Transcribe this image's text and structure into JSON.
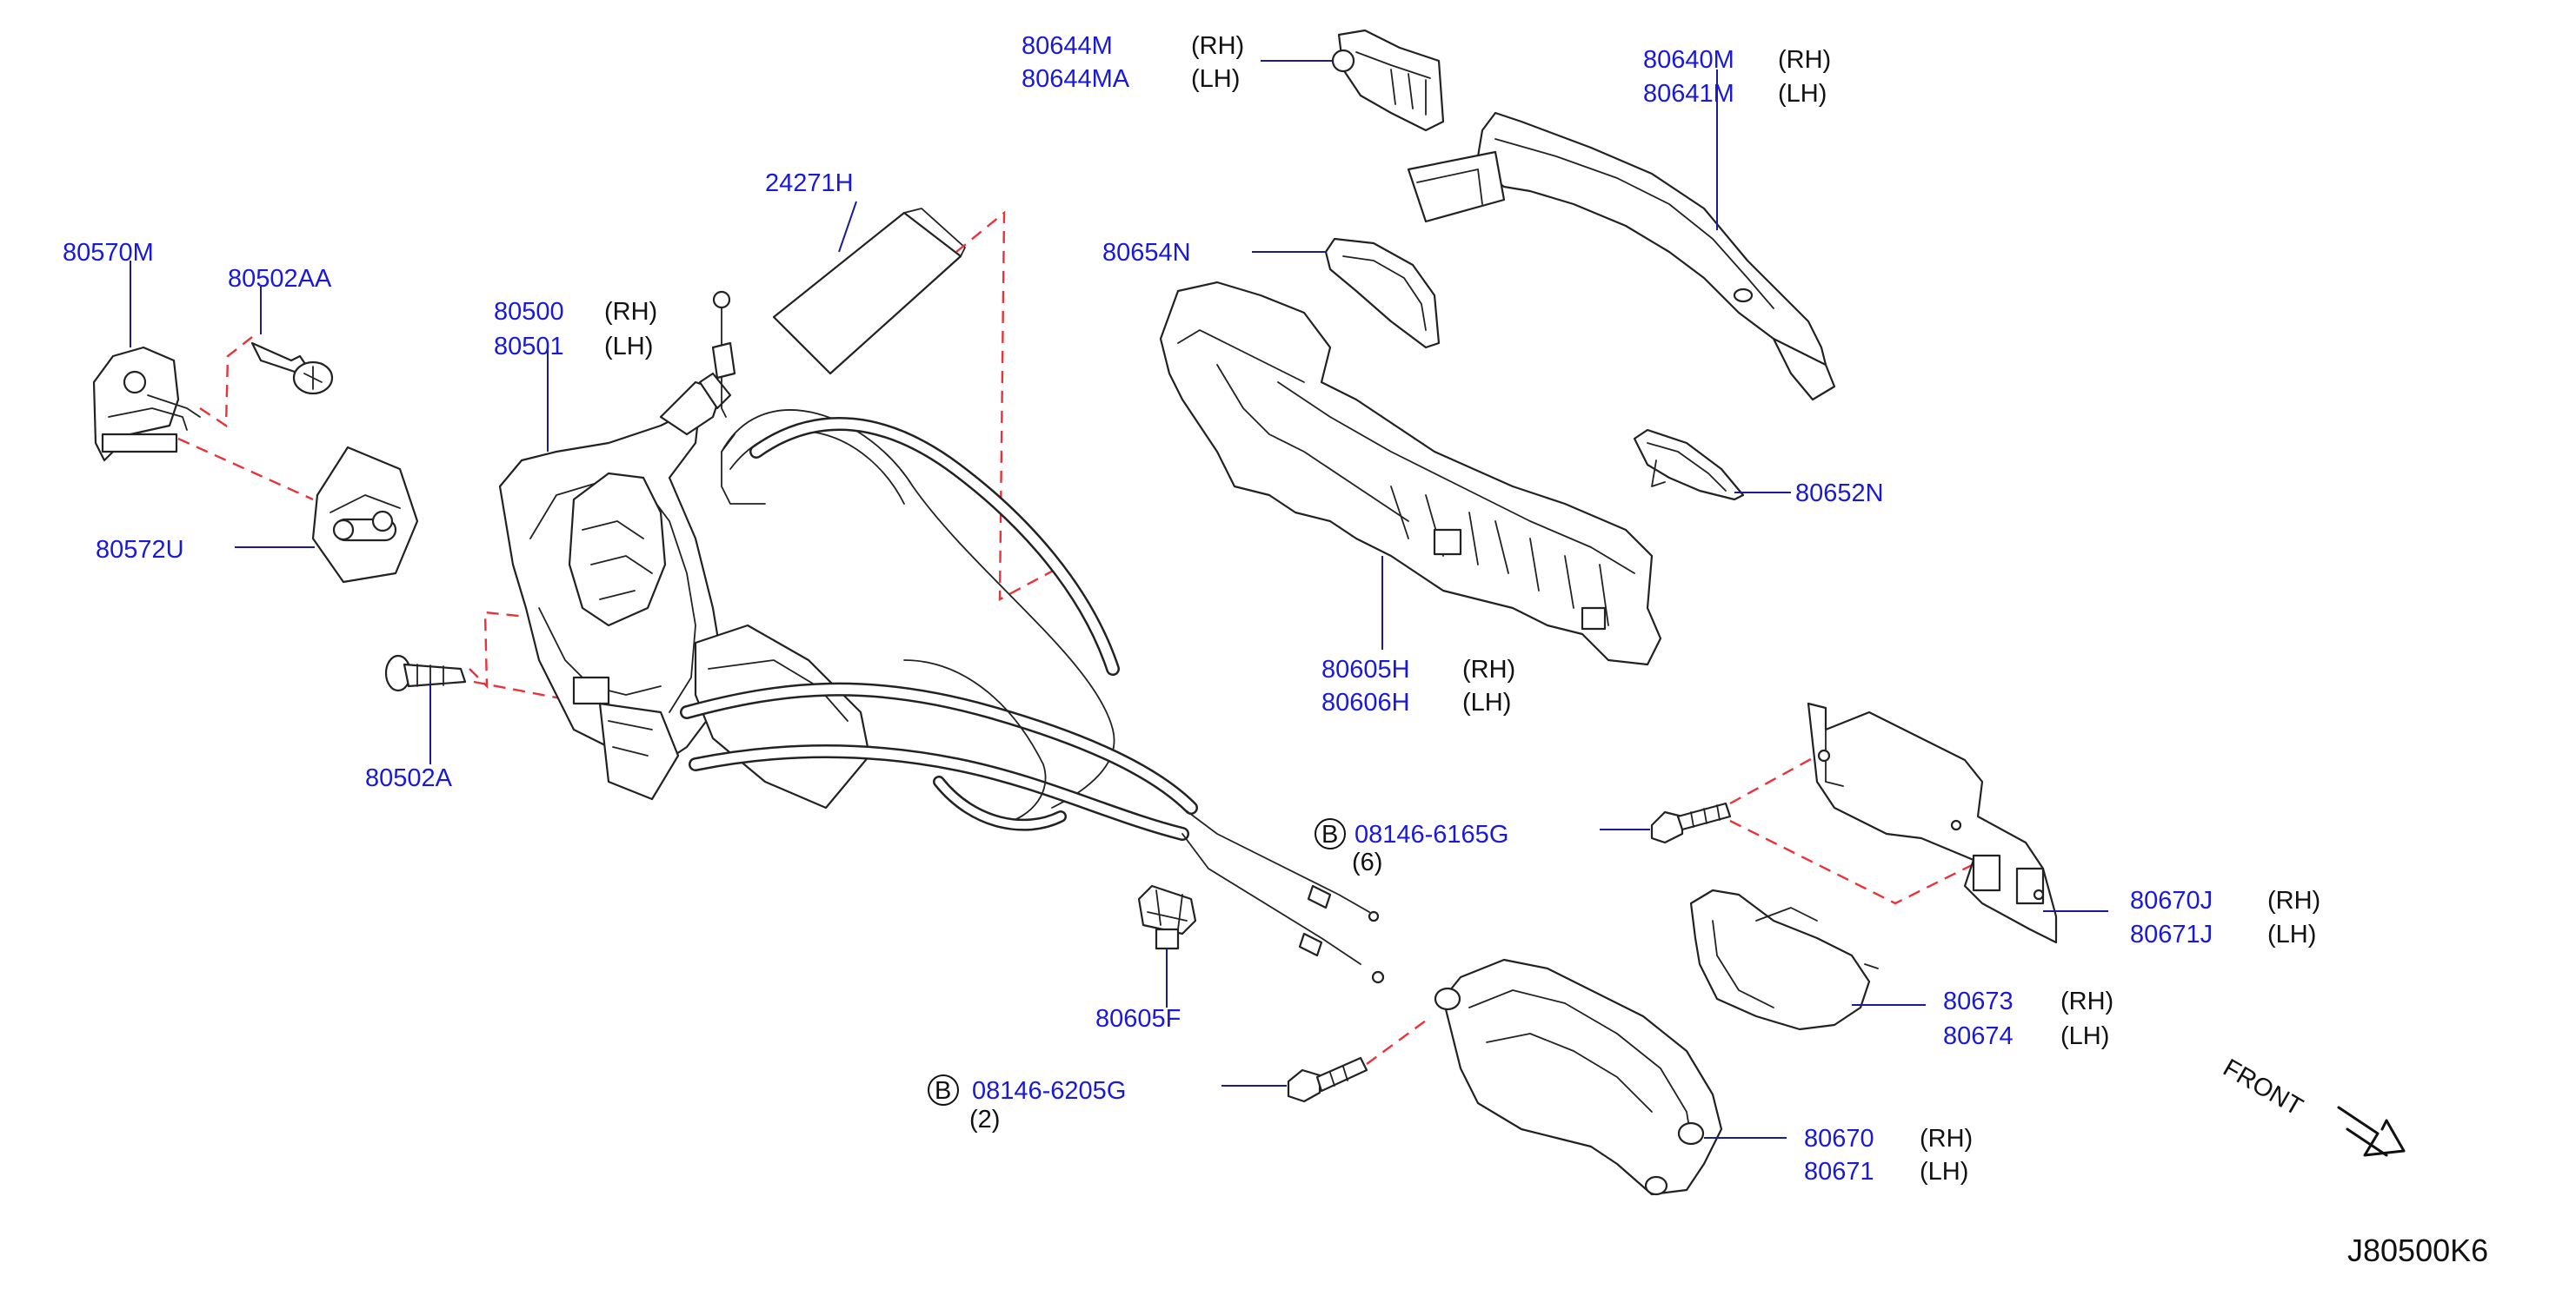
{
  "diagram_ref": "J80500K6",
  "front_label": "FRONT",
  "parts": {
    "p80644M": {
      "code": "80644M",
      "side": "(RH)"
    },
    "p80644MA": {
      "code": "80644MA",
      "side": "(LH)"
    },
    "p80640M": {
      "code": "80640M",
      "side": "(RH)"
    },
    "p80641M": {
      "code": "80641M",
      "side": "(LH)"
    },
    "p24271H": {
      "code": "24271H"
    },
    "p80654N": {
      "code": "80654N"
    },
    "p80570M": {
      "code": "80570M"
    },
    "p80502AA": {
      "code": "80502AA"
    },
    "p80500": {
      "code": "80500",
      "side": "(RH)"
    },
    "p80501": {
      "code": "80501",
      "side": "(LH)"
    },
    "p80572U": {
      "code": "80572U"
    },
    "p80502A": {
      "code": "80502A"
    },
    "p80605H": {
      "code": "80605H",
      "side": "(RH)"
    },
    "p80606H": {
      "code": "80606H",
      "side": "(LH)"
    },
    "p80652N": {
      "code": "80652N"
    },
    "p08146_6165G": {
      "code": "08146-6165G",
      "qty": "(6)",
      "badge": "B"
    },
    "p80670J": {
      "code": "80670J",
      "side": "(RH)"
    },
    "p80671J": {
      "code": "80671J",
      "side": "(LH)"
    },
    "p80605F": {
      "code": "80605F"
    },
    "p80673": {
      "code": "80673",
      "side": "(RH)"
    },
    "p80674": {
      "code": "80674",
      "side": "(LH)"
    },
    "p08146_6205G": {
      "code": "08146-6205G",
      "qty": "(2)",
      "badge": "B"
    },
    "p80670": {
      "code": "80670",
      "side": "(RH)"
    },
    "p80671": {
      "code": "80671",
      "side": "(LH)"
    }
  },
  "colors": {
    "part_number": "#1a1ad6",
    "leader": "#1a1a9a",
    "dashed_guide": "#e8333a",
    "line_art": "#222222"
  }
}
